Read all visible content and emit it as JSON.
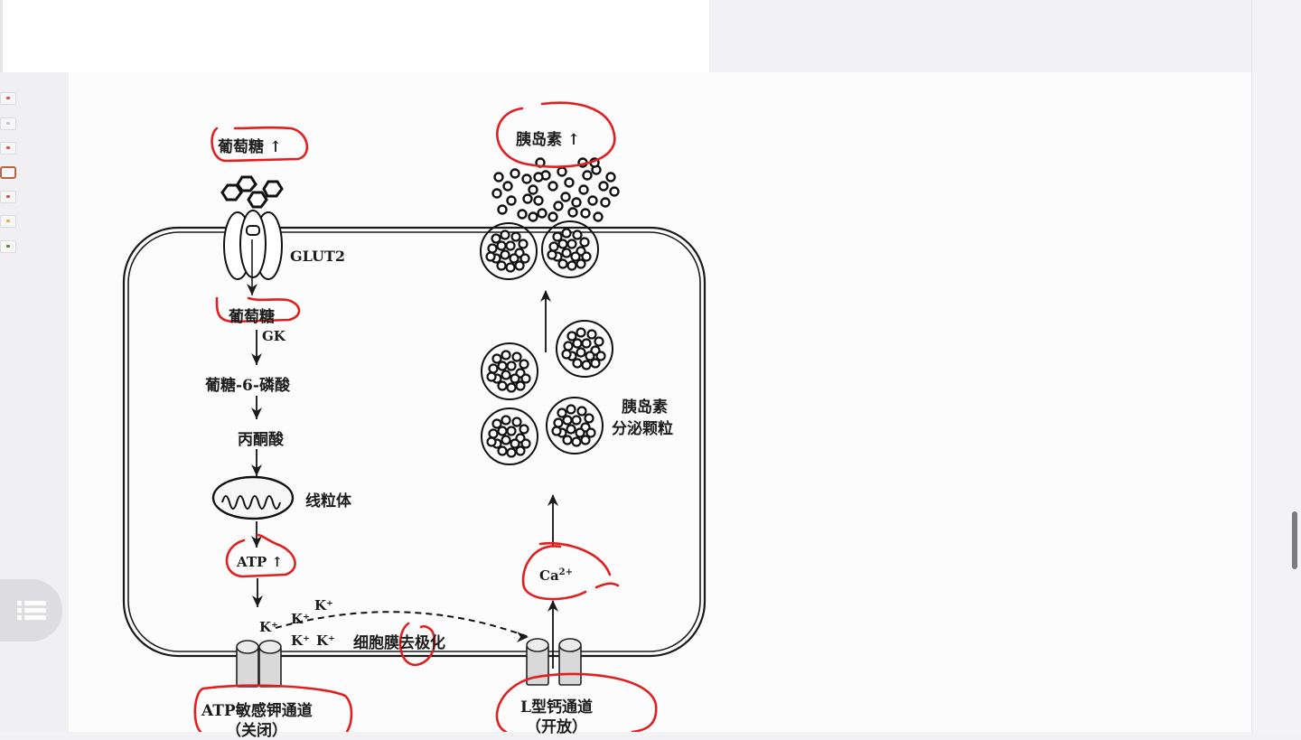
{
  "viewer": {
    "sidebar_thumbnails": [
      {
        "index": 1,
        "active": false,
        "accent": "#d9534f"
      },
      {
        "index": 2,
        "active": false,
        "accent": "#c7c7c7"
      },
      {
        "index": 3,
        "active": false,
        "accent": "#d9534f"
      },
      {
        "index": 4,
        "active": true,
        "accent": "#b9654a"
      },
      {
        "index": 5,
        "active": false,
        "accent": "#d9534f"
      },
      {
        "index": 6,
        "active": false,
        "accent": "#e0b050"
      },
      {
        "index": 7,
        "active": false,
        "accent": "#5a8a3a"
      }
    ],
    "menu_button_icon": "list-menu-icon",
    "scrollbar_position_pct": 75
  },
  "diagram": {
    "title_glucose_outside": "葡萄糖 ↑",
    "glut2_label": "GLUT2",
    "glucose_inside": "葡萄糖",
    "enzyme_gk": "GK",
    "g6p": "葡糖-6-磷酸",
    "pyruvate": "丙酮酸",
    "mitochondria": "线粒体",
    "atp": "ATP ↑",
    "k_ions": [
      "K⁺",
      "K⁺",
      "K⁺",
      "K⁺",
      "K⁺"
    ],
    "depolarization": "细胞膜去极化",
    "katp_channel": {
      "line1": "ATP敏感钾通道",
      "line2": "（关闭）"
    },
    "calcium": {
      "base": "Ca",
      "sup": "2+"
    },
    "ca_channel": {
      "line1": "L型钙通道",
      "line2": "（开放）"
    },
    "granules_label": {
      "line1": "胰岛素",
      "line2": "分泌颗粒"
    },
    "insulin_out": "胰岛素 ↑",
    "colors": {
      "annotation_red": "#e02020",
      "line": "#1a1a1a",
      "channel_fill": "#d8d8d8"
    }
  }
}
